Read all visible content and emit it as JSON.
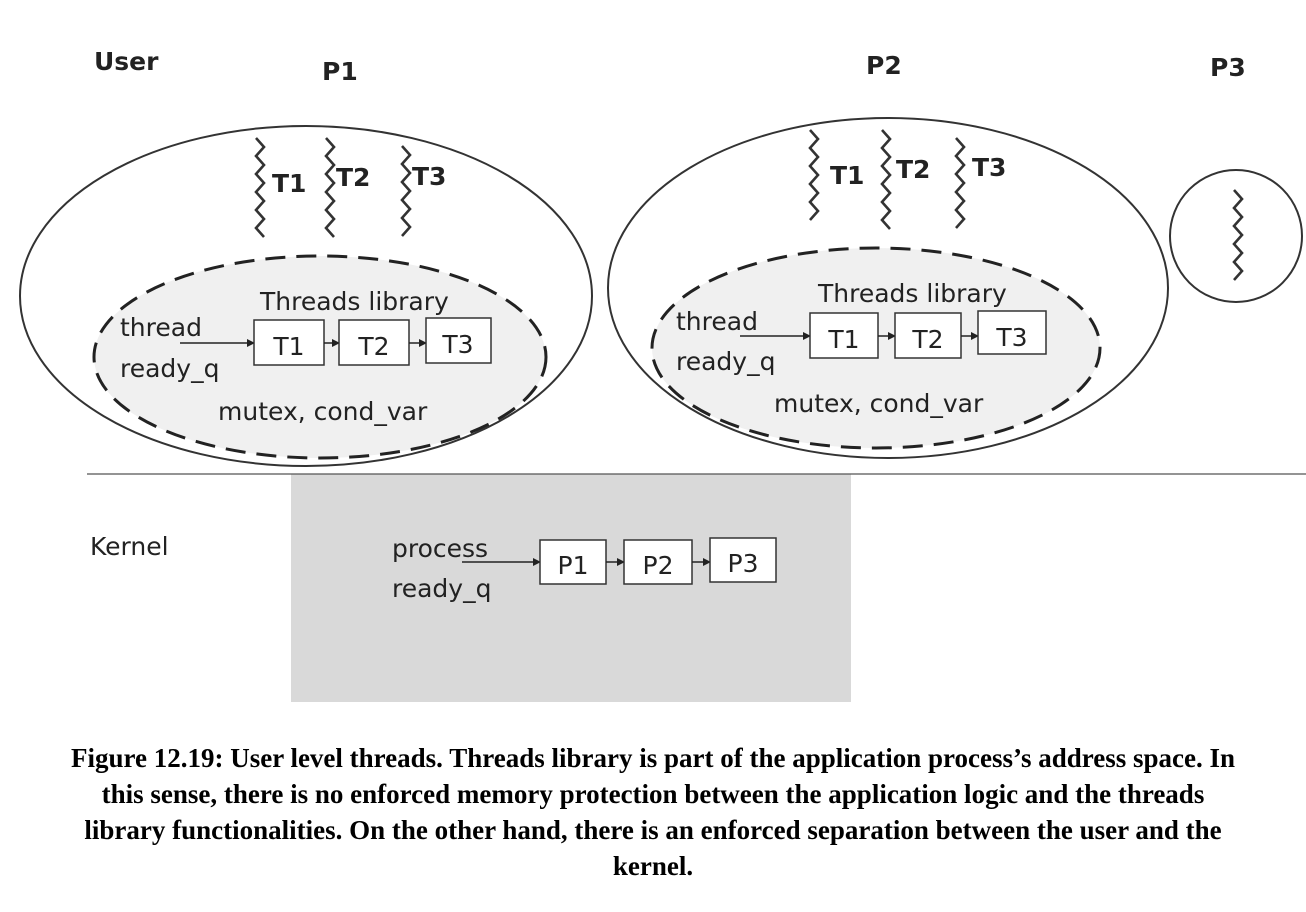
{
  "user_label": "User",
  "kernel_label": "Kernel",
  "processes": [
    {
      "name": "P1",
      "threads": [
        "T1",
        "T2",
        "T3"
      ],
      "library_title": "Threads library",
      "queue_label_1": "thread",
      "queue_label_2": "ready_q",
      "queue": [
        "T1",
        "T2",
        "T3"
      ],
      "sync_label": "mutex, cond_var"
    },
    {
      "name": "P2",
      "threads": [
        "T1",
        "T2",
        "T3"
      ],
      "library_title": "Threads library",
      "queue_label_1": "thread",
      "queue_label_2": "ready_q",
      "queue": [
        "T1",
        "T2",
        "T3"
      ],
      "sync_label": "mutex, cond_var"
    },
    {
      "name": "P3"
    }
  ],
  "kernel": {
    "queue_label_1": "process",
    "queue_label_2": "ready_q",
    "queue": [
      "P1",
      "P2",
      "P3"
    ]
  },
  "caption": "Figure 12.19: User level threads.  Threads library is part of the application process’s address space.   In this sense, there is no enforced memory protection between the application logic and the threads library functionalities. On the other hand, there is an enforced separation between the user and the kernel.",
  "colors": {
    "kernel_fill": "#d9d9d9",
    "library_fill": "#f0f0f0",
    "stroke": "#333333"
  }
}
